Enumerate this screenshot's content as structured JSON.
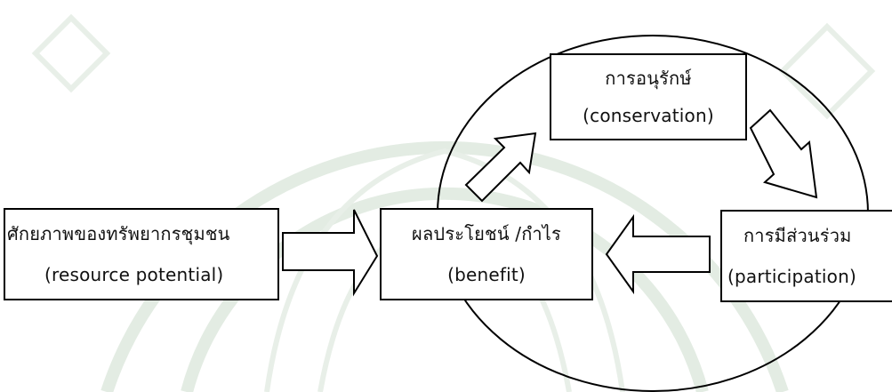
{
  "diagram": {
    "nodes": {
      "resource_potential": {
        "thai": "ศักยภาพของทรัพยากรชุมชน",
        "english": "(resource potential)"
      },
      "benefit": {
        "thai": "ผลประโยชน์ /กำไร",
        "english": "(benefit)"
      },
      "conservation": {
        "thai": "การอนุรักษ์",
        "english": "(conservation)"
      },
      "participation": {
        "thai": "การมีส่วนร่วม",
        "english": "(participation)"
      }
    },
    "edges": [
      {
        "from": "resource_potential",
        "to": "benefit"
      },
      {
        "from": "benefit",
        "to": "conservation"
      },
      {
        "from": "conservation",
        "to": "participation"
      },
      {
        "from": "participation",
        "to": "benefit"
      }
    ],
    "colors": {
      "stroke": "#000000",
      "background": "#ffffff",
      "watermark": "#e3ece3"
    }
  }
}
